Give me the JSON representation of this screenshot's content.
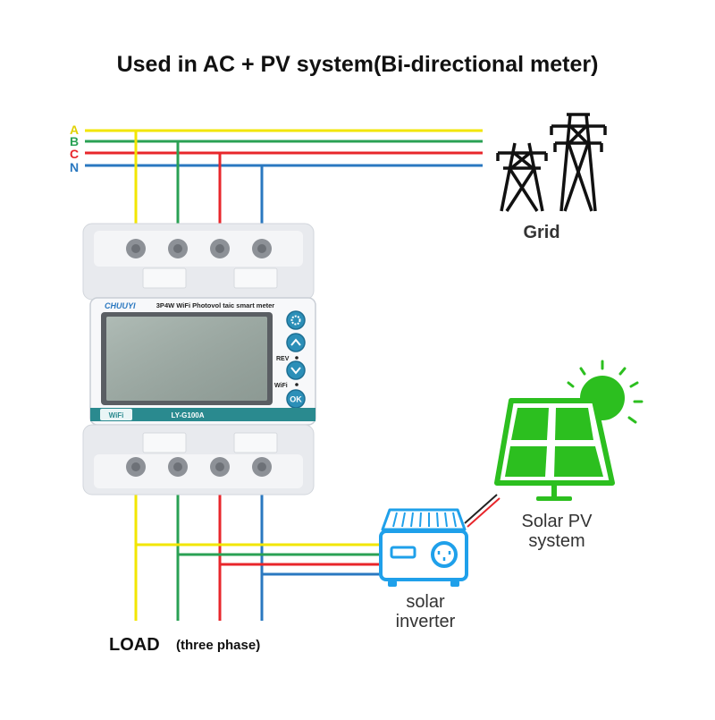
{
  "title": "Used in AC + PV system(Bi-directional meter)",
  "phases": [
    {
      "label": "A",
      "color": "#f2e600"
    },
    {
      "label": "B",
      "color": "#2aa154"
    },
    {
      "label": "C",
      "color": "#e8262b"
    },
    {
      "label": "N",
      "color": "#2a78c0"
    }
  ],
  "grid": {
    "label": "Grid",
    "icon": "transmission-tower-icon"
  },
  "meter": {
    "brand": "CHUUYI",
    "model_title": "3P4W WiFi Photovol taic smart meter",
    "model_code": "LY-G100A",
    "wifi_badge": "WiFi",
    "rev_label": "REV",
    "wifi_label": "WiFi",
    "ok_label": "OK",
    "buttons": [
      "gear-icon",
      "chevron-up-icon",
      "chevron-down-icon",
      "ok-icon"
    ]
  },
  "solar": {
    "line1": "Solar PV",
    "line2": "system",
    "icon": "solar-panel-icon",
    "sun_icon": "sun-icon"
  },
  "inverter": {
    "line1": "solar",
    "line2": "inverter",
    "icon": "solar-inverter-icon"
  },
  "load": {
    "label": "LOAD",
    "sublabel": "(three phase)"
  }
}
